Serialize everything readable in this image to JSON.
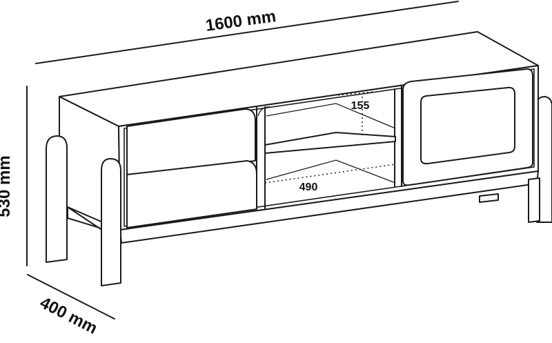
{
  "dimensions": {
    "width": "1600 mm",
    "height": "530 mm",
    "depth": "400 mm",
    "shelf_height": "155",
    "shelf_width": "490"
  }
}
